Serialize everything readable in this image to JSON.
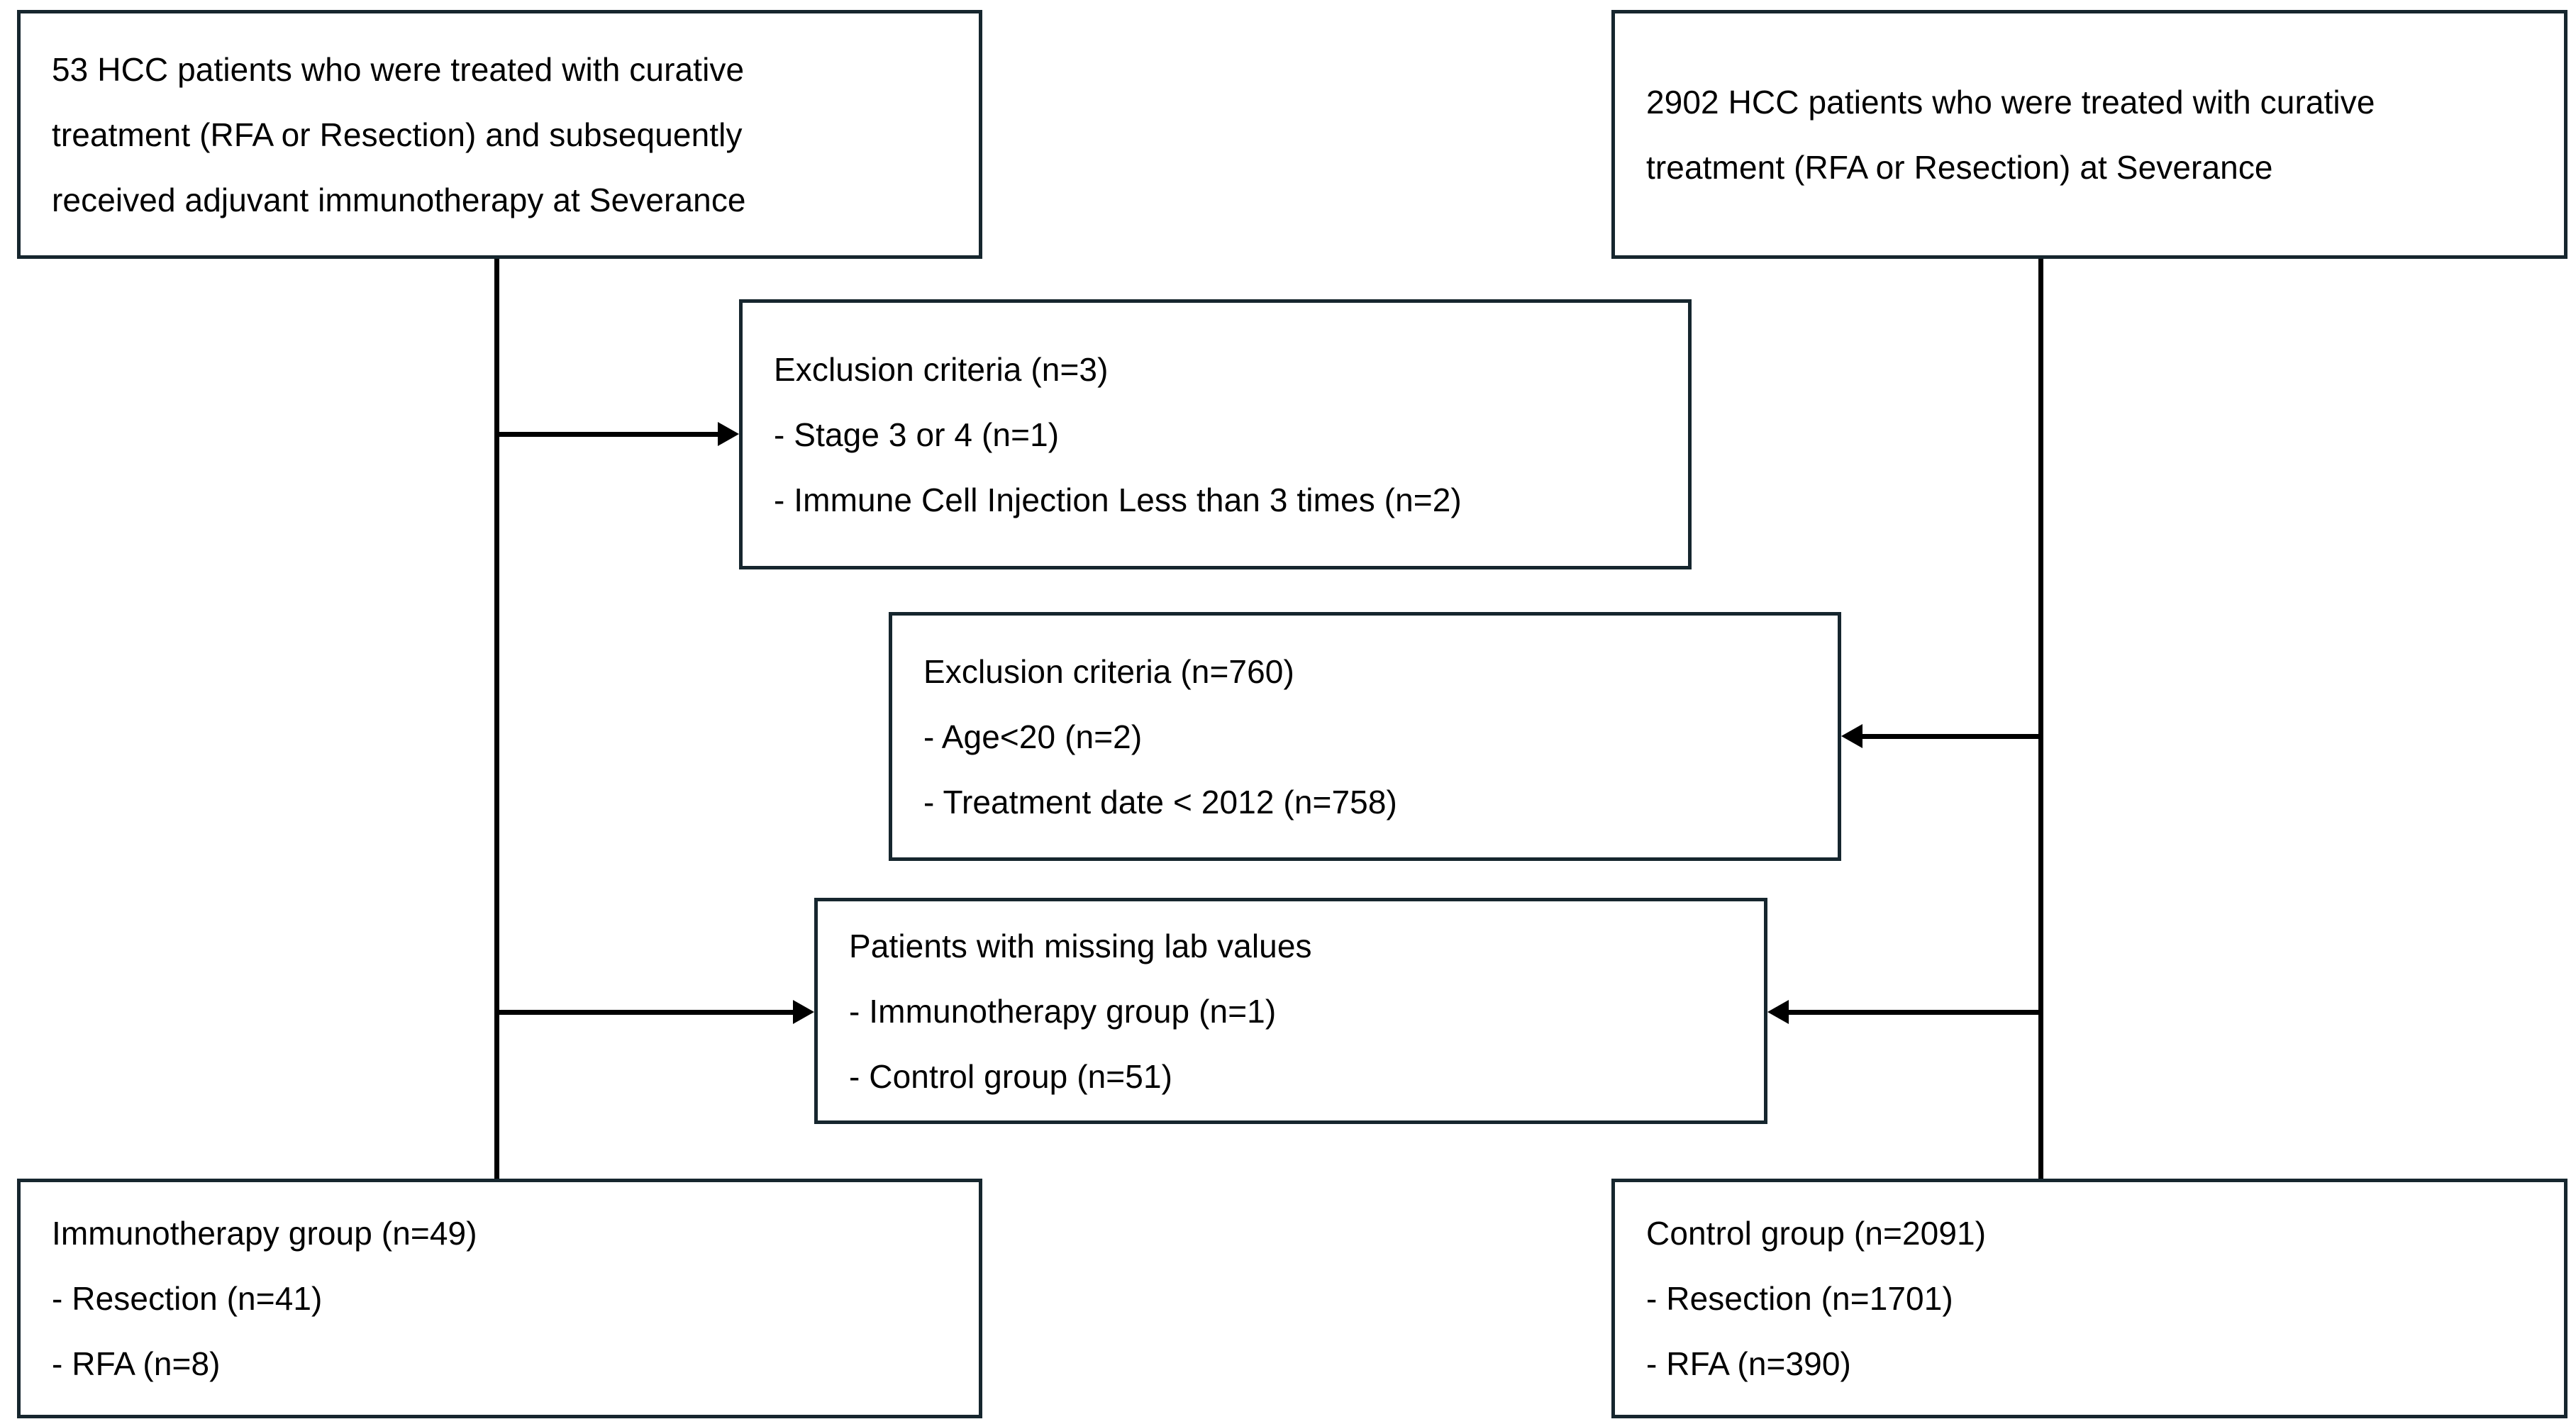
{
  "diagram": {
    "type": "patient-selection-flowchart",
    "accent_border_color": "#16262e",
    "connector_color": "#000000",
    "background_color": "#ffffff"
  },
  "boxes": {
    "source_immunotherapy": {
      "name": "immunotherapy-source-cohort",
      "text": "53 HCC patients who were treated with curative treatment (RFA or Resection) and subsequently received adjuvant immunotherapy at Severance",
      "lines": [
        "53 HCC patients who were treated with curative",
        "treatment (RFA or Resection) and subsequently",
        "received adjuvant immunotherapy at Severance"
      ],
      "n": 53
    },
    "source_control": {
      "name": "control-source-cohort",
      "text": "2902 HCC patients who were treated with curative treatment (RFA or Resection) at Severance",
      "lines": [
        "2902 HCC patients who were treated with curative",
        "treatment (RFA or Resection) at Severance"
      ],
      "n": 2902
    },
    "exclusion_immunotherapy": {
      "name": "exclusion-criteria-immunotherapy",
      "title": "Exclusion criteria (n=3)",
      "total_excluded": 3,
      "items": [
        "- Stage 3 or 4 (n=1)",
        "- Immune Cell Injection Less than 3 times (n=2)"
      ]
    },
    "exclusion_control": {
      "name": "exclusion-criteria-control",
      "title": "Exclusion criteria (n=760)",
      "total_excluded": 760,
      "items": [
        "- Age<20 (n=2)",
        "- Treatment date < 2012 (n=758)"
      ]
    },
    "missing_lab": {
      "name": "missing-lab-values-exclusion",
      "title": "Patients with missing lab values",
      "items": [
        "- Immunotherapy group (n=1)",
        "- Control group (n=51)"
      ]
    },
    "final_immunotherapy": {
      "name": "final-immunotherapy-group",
      "title": "Immunotherapy group (n=49)",
      "n": 49,
      "items": [
        "- Resection (n=41)",
        "- RFA (n=8)"
      ]
    },
    "final_control": {
      "name": "final-control-group",
      "title": "Control group (n=2091)",
      "n": 2091,
      "items": [
        "- Resection (n=1701)",
        "- RFA (n=390)"
      ]
    }
  }
}
